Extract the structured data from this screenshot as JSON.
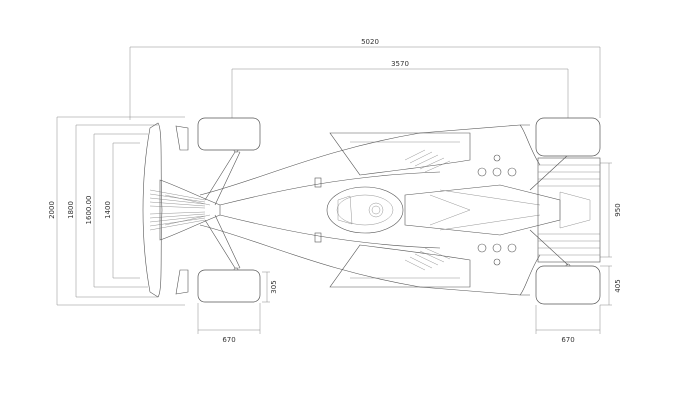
{
  "drawing": {
    "subject": "Formula car plan view",
    "colors": {
      "linework": "#555555",
      "dimension_lines": "#8a8a8a",
      "text": "#333333",
      "background": "#ffffff"
    },
    "dimensions": {
      "overall_length": "5020",
      "wheelbase": "3570",
      "overall_width": "2000",
      "width_1800": "1800",
      "width_1600": "1600.00",
      "width_1400": "1400",
      "front_tyre_width": "670",
      "rear_tyre_width": "670",
      "rear_wing_width": "950",
      "front_tyre_section": "305",
      "rear_tyre_section": "405"
    }
  }
}
